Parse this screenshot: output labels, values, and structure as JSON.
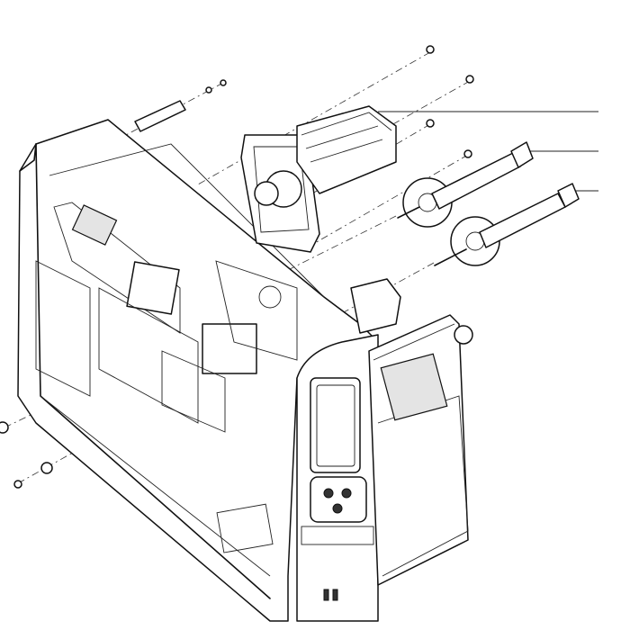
{
  "diagram": {
    "type": "exploded-view line drawing",
    "colors": {
      "line": "#111111",
      "background": "#ffffff",
      "shade": "#e4e4e4"
    },
    "parts": [
      "printer-chassis",
      "front-control-panel",
      "display-screen",
      "ribbon-spindle-housing",
      "ribbon-supply-spindle",
      "ribbon-takeup-spindle",
      "screws",
      "washers",
      "pin"
    ]
  }
}
